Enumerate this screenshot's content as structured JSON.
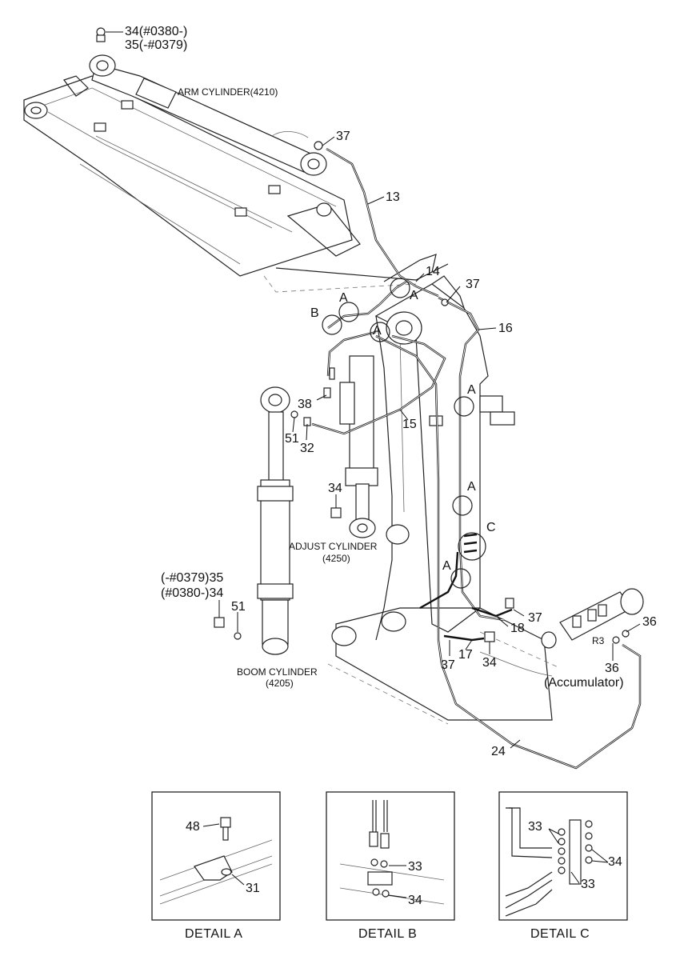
{
  "labels": {
    "item_34_top": "34(#0380-)",
    "item_35_top": "35(-#0379)",
    "arm_cylinder": "ARM CYLINDER(4210)",
    "item_37_a": "37",
    "item_13": "13",
    "item_14": "14",
    "item_37_b": "37",
    "item_16": "16",
    "detail_a_1": "A",
    "detail_a_2": "A",
    "detail_a_3": "A",
    "detail_b_mark": "B",
    "item_38": "38",
    "item_15": "15",
    "item_51_a": "51",
    "item_32": "32",
    "detail_a_4": "A",
    "detail_a_5": "A",
    "item_34_mid": "34",
    "detail_c_mark": "C",
    "adjust_cylinder": "ADJUST CYLINDER",
    "adjust_cylinder_no": "(4250)",
    "detail_a_6": "A",
    "item_35_left": "(-#0379)35",
    "item_34_left": "(#0380-)34",
    "item_51_b": "51",
    "item_37_c": "37",
    "item_18": "18",
    "item_36_a": "36",
    "r3": "R3",
    "item_36_b": "36",
    "accumulator": "(Accumulator)",
    "item_37_d": "37",
    "item_17": "17",
    "item_34_bottom": "34",
    "boom_cylinder": "BOOM CYLINDER",
    "boom_cylinder_no": "(4205)",
    "item_24": "24"
  },
  "details": {
    "a": {
      "caption": "DETAIL  A",
      "item_48": "48",
      "item_31": "31"
    },
    "b": {
      "caption": "DETAIL  B",
      "item_33": "33",
      "item_34": "34"
    },
    "c": {
      "caption": "DETAIL  C",
      "item_33_a": "33",
      "item_34": "34",
      "item_33_b": "33"
    }
  }
}
